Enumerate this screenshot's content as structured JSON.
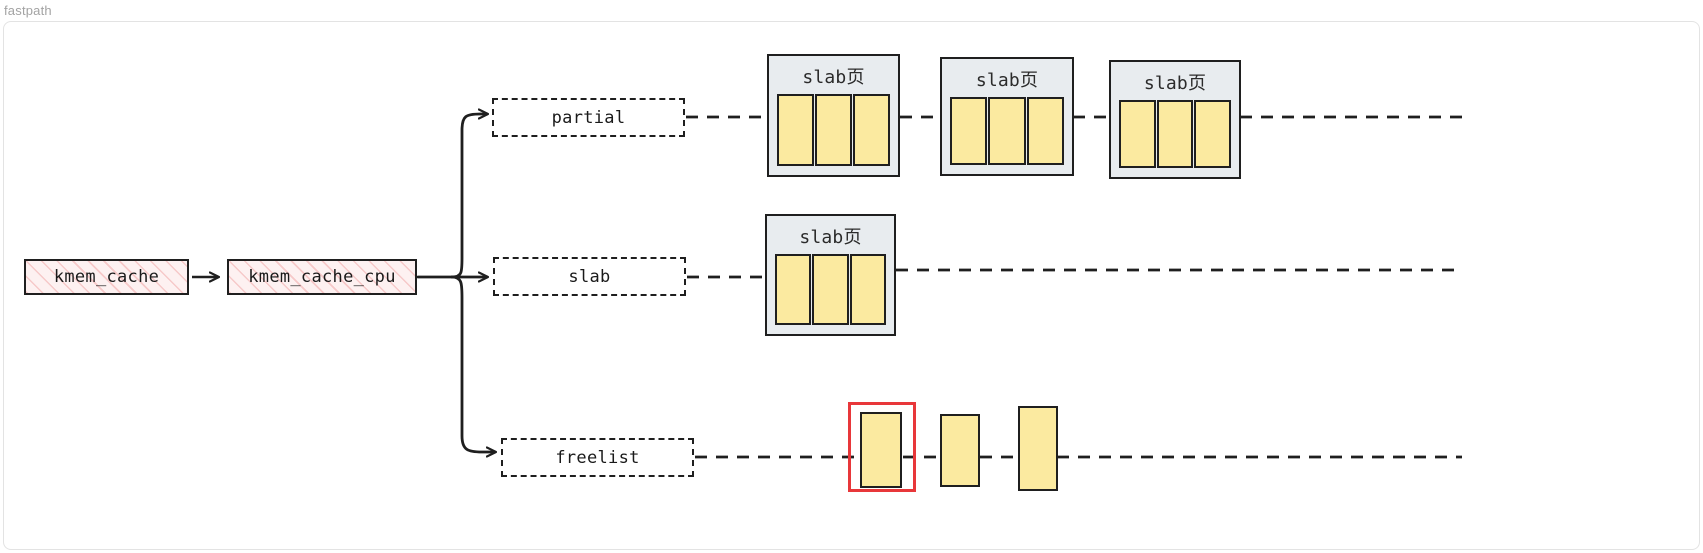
{
  "caption": "fastpath",
  "colors": {
    "hatch_fill": "#fdf0f0",
    "hatch_stroke": "#f6c9c9",
    "object_yellow": "#fbeaa0",
    "slabpage_gray": "#e8ecef",
    "ink": "#1f1f1f",
    "highlight_red": "#e8373a",
    "card_border": "#e3e3e3",
    "caption_gray": "#a3a3a3"
  },
  "nodes": {
    "kmem_cache": {
      "label": "kmem_cache",
      "style": "hatched"
    },
    "kmem_cache_cpu": {
      "label": "kmem_cache_cpu",
      "style": "hatched"
    }
  },
  "branches": [
    {
      "key": "partial",
      "label": "partial",
      "style": "dashed"
    },
    {
      "key": "slab",
      "label": "slab",
      "style": "dashed"
    },
    {
      "key": "freelist",
      "label": "freelist",
      "style": "dashed"
    }
  ],
  "rows": {
    "partial": {
      "label": "partial",
      "slab_pages": [
        {
          "title": "slab页",
          "object_count": 3
        },
        {
          "title": "slab页",
          "object_count": 3
        },
        {
          "title": "slab页",
          "object_count": 3
        }
      ],
      "trailing_dashes": true
    },
    "slab": {
      "label": "slab",
      "slab_pages": [
        {
          "title": "slab页",
          "object_count": 3
        }
      ],
      "trailing_dashes": true
    },
    "freelist": {
      "label": "freelist",
      "objects": [
        {
          "index": 0,
          "highlighted": true
        },
        {
          "index": 1,
          "highlighted": false
        },
        {
          "index": 2,
          "highlighted": false
        }
      ],
      "trailing_dashes": true
    }
  }
}
